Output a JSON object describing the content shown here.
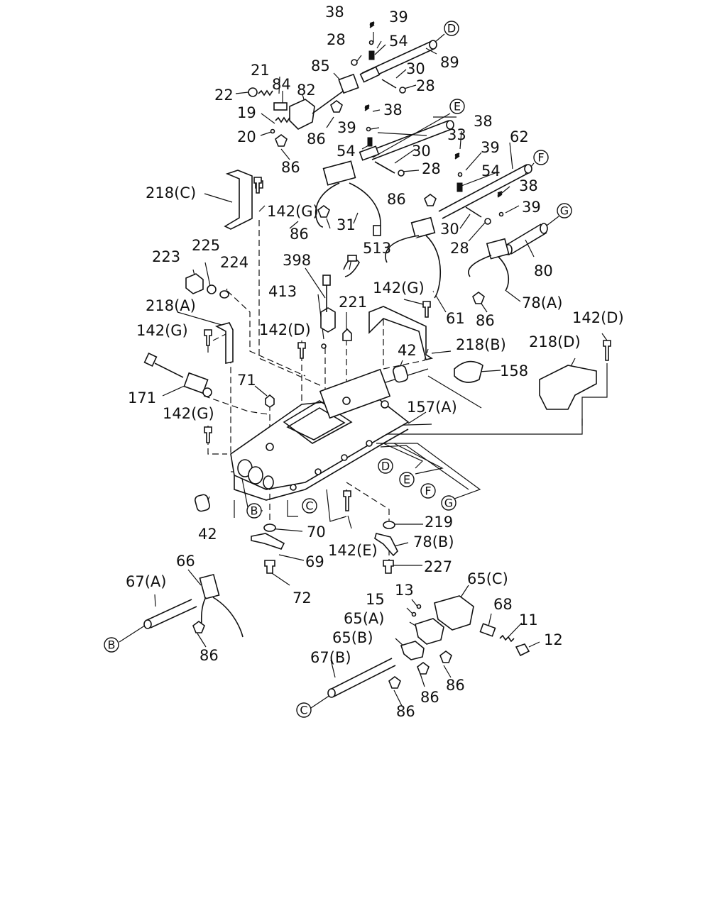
{
  "labels": [
    {
      "id": "l-38a",
      "text": "38"
    },
    {
      "id": "l-39a",
      "text": "39"
    },
    {
      "id": "l-28a",
      "text": "28"
    },
    {
      "id": "l-54a",
      "text": "54"
    },
    {
      "id": "l-89",
      "text": "89"
    },
    {
      "id": "l-21",
      "text": "21"
    },
    {
      "id": "l-85",
      "text": "85"
    },
    {
      "id": "l-30a",
      "text": "30"
    },
    {
      "id": "l-28b",
      "text": "28"
    },
    {
      "id": "l-22",
      "text": "22"
    },
    {
      "id": "l-84",
      "text": "84"
    },
    {
      "id": "l-82",
      "text": "82"
    },
    {
      "id": "l-19",
      "text": "19"
    },
    {
      "id": "l-38b",
      "text": "38"
    },
    {
      "id": "l-20",
      "text": "20"
    },
    {
      "id": "l-86a",
      "text": "86"
    },
    {
      "id": "l-39b",
      "text": "39"
    },
    {
      "id": "l-33",
      "text": "33"
    },
    {
      "id": "l-38c",
      "text": "38"
    },
    {
      "id": "l-62",
      "text": "62"
    },
    {
      "id": "l-54b",
      "text": "54"
    },
    {
      "id": "l-30b",
      "text": "30"
    },
    {
      "id": "l-86b",
      "text": "86"
    },
    {
      "id": "l-28c",
      "text": "28"
    },
    {
      "id": "l-39c",
      "text": "39"
    },
    {
      "id": "l-54c",
      "text": "54"
    },
    {
      "id": "l-218c",
      "text": "218(C)"
    },
    {
      "id": "l-142g-a",
      "text": "142(G)"
    },
    {
      "id": "l-86c",
      "text": "86"
    },
    {
      "id": "l-38d",
      "text": "38"
    },
    {
      "id": "l-39d",
      "text": "39"
    },
    {
      "id": "l-86d",
      "text": "86"
    },
    {
      "id": "l-31",
      "text": "31"
    },
    {
      "id": "l-30c",
      "text": "30"
    },
    {
      "id": "l-28d",
      "text": "28"
    },
    {
      "id": "l-225",
      "text": "225"
    },
    {
      "id": "l-223",
      "text": "223"
    },
    {
      "id": "l-513",
      "text": "513"
    },
    {
      "id": "l-80",
      "text": "80"
    },
    {
      "id": "l-398",
      "text": "398"
    },
    {
      "id": "l-224",
      "text": "224"
    },
    {
      "id": "l-78a",
      "text": "78(A)"
    },
    {
      "id": "l-413",
      "text": "413"
    },
    {
      "id": "l-142g-b",
      "text": "142(G)"
    },
    {
      "id": "l-221",
      "text": "221"
    },
    {
      "id": "l-61",
      "text": "61"
    },
    {
      "id": "l-86e",
      "text": "86"
    },
    {
      "id": "l-218a",
      "text": "218(A)"
    },
    {
      "id": "l-142d-a",
      "text": "142(D)"
    },
    {
      "id": "l-142g-c",
      "text": "142(G)"
    },
    {
      "id": "l-142d-b",
      "text": "142(D)"
    },
    {
      "id": "l-218b",
      "text": "218(B)"
    },
    {
      "id": "l-218d",
      "text": "218(D)"
    },
    {
      "id": "l-42a",
      "text": "42"
    },
    {
      "id": "l-158",
      "text": "158"
    },
    {
      "id": "l-71",
      "text": "71"
    },
    {
      "id": "l-171",
      "text": "171"
    },
    {
      "id": "l-157a",
      "text": "157(A)"
    },
    {
      "id": "l-142g-d",
      "text": "142(G)"
    },
    {
      "id": "l-219",
      "text": "219"
    },
    {
      "id": "l-42b",
      "text": "42"
    },
    {
      "id": "l-70",
      "text": "70"
    },
    {
      "id": "l-142e",
      "text": "142(E)"
    },
    {
      "id": "l-78b",
      "text": "78(B)"
    },
    {
      "id": "l-69",
      "text": "69"
    },
    {
      "id": "l-227",
      "text": "227"
    },
    {
      "id": "l-66",
      "text": "66"
    },
    {
      "id": "l-65c",
      "text": "65(C)"
    },
    {
      "id": "l-67a",
      "text": "67(A)"
    },
    {
      "id": "l-72",
      "text": "72"
    },
    {
      "id": "l-13",
      "text": "13"
    },
    {
      "id": "l-15",
      "text": "15"
    },
    {
      "id": "l-68",
      "text": "68"
    },
    {
      "id": "l-65a",
      "text": "65(A)"
    },
    {
      "id": "l-11",
      "text": "11"
    },
    {
      "id": "l-65b",
      "text": "65(B)"
    },
    {
      "id": "l-12",
      "text": "12"
    },
    {
      "id": "l-67b",
      "text": "67(B)"
    },
    {
      "id": "l-86f",
      "text": "86"
    },
    {
      "id": "l-86g",
      "text": "86"
    },
    {
      "id": "l-86h",
      "text": "86"
    },
    {
      "id": "l-86i",
      "text": "86"
    }
  ],
  "markers": {
    "top_d": "D",
    "top_e": "E",
    "top_f": "F",
    "top_g": "G",
    "mid_b": "B",
    "mid_c": "C",
    "mid_d": "D",
    "mid_e": "E",
    "mid_f": "F",
    "mid_g": "G",
    "bot_b": "B",
    "bot_c": "C"
  }
}
